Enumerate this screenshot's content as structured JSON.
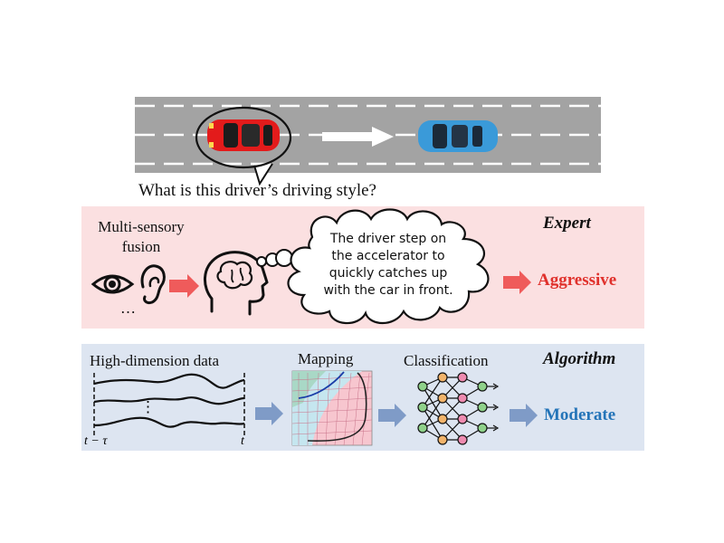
{
  "question": "What is this driver’s driving style?",
  "expert": {
    "title": "Expert",
    "sensor_label_line1": "Multi-sensory",
    "sensor_label_line2": "fusion",
    "ellipsis": "…",
    "thought_line1": "The driver step on",
    "thought_line2": "the accelerator to",
    "thought_line3": "quickly catches up",
    "thought_line4": "with the car in front.",
    "result": "Aggressive",
    "result_color": "#e0312c"
  },
  "algorithm": {
    "title": "Algorithm",
    "data_label": "High-dimension data",
    "mapping_label": "Mapping",
    "classification_label": "Classification",
    "t_start": "t − τ",
    "t_end": "t",
    "vdots": "⋮",
    "result": "Moderate",
    "result_color": "#2474b8"
  },
  "colors": {
    "road": "#a3a3a3",
    "red_car": "#e31b1b",
    "blue_car": "#3a9ad9",
    "expert_bg": "#fbe0e1",
    "algo_bg": "#dde5f1"
  },
  "icons": [
    "eye-icon",
    "ear-icon",
    "brain-head-icon",
    "thought-cloud",
    "neural-network-icon",
    "arrow-icon"
  ]
}
